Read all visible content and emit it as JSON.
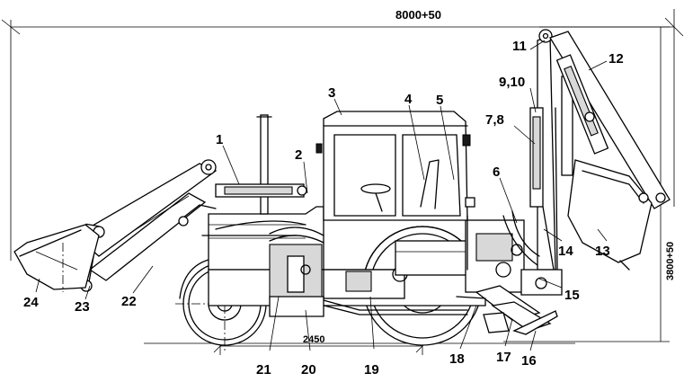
{
  "dimensions": {
    "overall_length": "8000+50",
    "height": "3800+50",
    "wheelbase": "2450"
  },
  "callouts": {
    "c1": "1",
    "c2": "2",
    "c3": "3",
    "c4": "4",
    "c5": "5",
    "c6": "6",
    "c78": "7,8",
    "c910": "9,10",
    "c11": "11",
    "c12": "12",
    "c13": "13",
    "c14": "14",
    "c15": "15",
    "c16": "16",
    "c17": "17",
    "c18": "18",
    "c19": "19",
    "c20": "20",
    "c21": "21",
    "c22": "22",
    "c23": "23",
    "c24": "24"
  }
}
